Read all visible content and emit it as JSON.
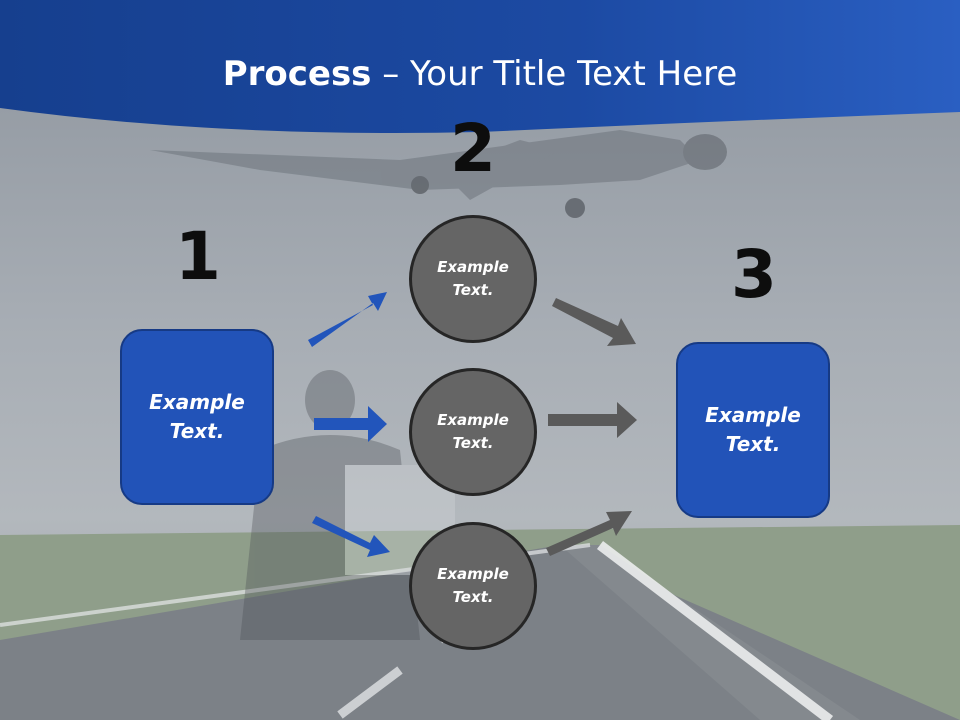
{
  "title": {
    "bold": "Process",
    "rest": " – Your Title Text Here"
  },
  "numbers": [
    "1",
    "2",
    "3"
  ],
  "left_box": {
    "line1": "Example",
    "line2": "Text."
  },
  "right_box": {
    "line1": "Example",
    "line2": "Text."
  },
  "circles": [
    {
      "line1": "Example",
      "line2": "Text."
    },
    {
      "line1": "Example",
      "line2": "Text."
    },
    {
      "line1": "Example",
      "line2": "Text."
    }
  ],
  "colors": {
    "header": "#1f4fa8",
    "box": "#2253b8",
    "circle": "#656565",
    "arrow_blue": "#2255bb",
    "arrow_gray": "#5a5a5a"
  }
}
